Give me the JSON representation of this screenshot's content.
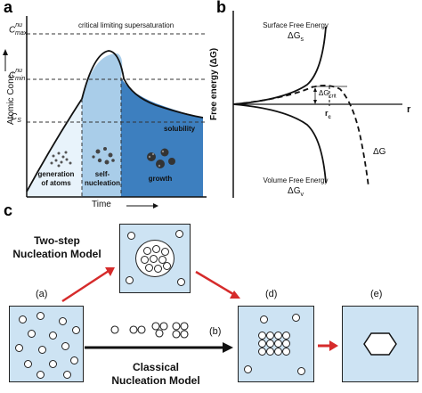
{
  "panels": {
    "a": "a",
    "b": "b",
    "c": "c"
  },
  "panel_a": {
    "ylabel": "Atomic Conc.",
    "xlabel": "Time",
    "c_max": "C",
    "c_max_sup": "nu",
    "c_max_sub": "max",
    "c_min": "C",
    "c_min_sup": "nu",
    "c_min_sub": "min",
    "c_s": "C",
    "c_s_sub": "S",
    "critical_label": "critical limiting supersaturation",
    "solubility": "solubility",
    "stage1_line1": "generation",
    "stage1_line2": "of atoms",
    "stage2_line1": "self-",
    "stage2_line2": "nucleation",
    "stage3": "growth",
    "colors": {
      "stage1": "#e8f3fb",
      "stage2": "#a9cde9",
      "stage3": "#3d7fbf"
    }
  },
  "panel_b": {
    "ylabel": "Free energy (ΔG)",
    "xlabel": "r",
    "surface_line1": "Surface Free Energy",
    "surface_sym": "ΔG",
    "surface_sub": "s",
    "volume_line1": "Volume Free Energy",
    "volume_sym": "ΔG",
    "volume_sub": "v",
    "crit_sym": "ΔG",
    "crit_sub": "crit",
    "rc": "r",
    "rc_sub": "c",
    "total": "ΔG"
  },
  "panel_c": {
    "two_step_line1": "Two-step",
    "two_step_line2": "Nucleation Model",
    "classical_line1": "Classical",
    "classical_line2": "Nucleation Model",
    "label_a": "(a)",
    "label_b": "(b)",
    "label_d": "(d)",
    "label_e": "(e)",
    "colors": {
      "box_fill": "#cde3f3",
      "arrow": "#d62b2b"
    }
  }
}
